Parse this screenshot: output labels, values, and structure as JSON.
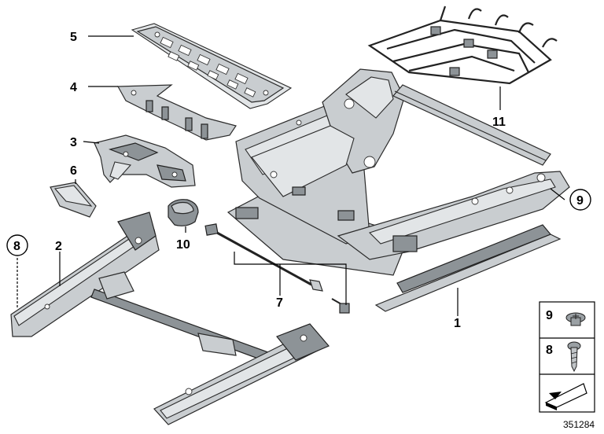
{
  "callouts": {
    "c1": "1",
    "c2": "2",
    "c3": "3",
    "c4": "4",
    "c5": "5",
    "c6": "6",
    "c7": "7",
    "c8": "8",
    "c9": "9",
    "c10": "10",
    "c11": "11"
  },
  "legend": {
    "item_9": "9",
    "item_8": "8"
  },
  "document_number": "351284",
  "icons": [
    "torx-screw-icon",
    "screw-icon",
    "arrow-wedge-icon"
  ]
}
